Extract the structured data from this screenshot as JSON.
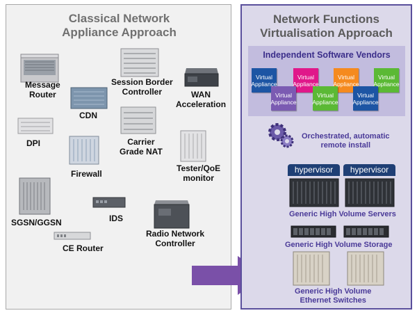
{
  "left": {
    "title": [
      "Classical Network",
      "Appliance Approach"
    ],
    "devices": {
      "message_router": [
        "Message",
        "Router"
      ],
      "cdn": "CDN",
      "sbc": [
        "Session Border",
        "Controller"
      ],
      "wan": [
        "WAN",
        "Acceleration"
      ],
      "dpi": "DPI",
      "cgnat": [
        "Carrier",
        "Grade NAT"
      ],
      "firewall": "Firewall",
      "tester": [
        "Tester/QoE",
        "monitor"
      ],
      "sgsn": "SGSN/GGSN",
      "ids": "IDS",
      "ce_router": "CE Router",
      "rnc": [
        "Radio Network",
        "Controller"
      ]
    }
  },
  "right": {
    "title": [
      "Network Functions",
      "Virtualisation Approach"
    ],
    "isv_title": "Independent Software Vendors",
    "virtual_appliances": [
      {
        "label": [
          "Virtual",
          "Appliance"
        ],
        "color": "#1d55a4"
      },
      {
        "label": [
          "Virtual",
          "Appliance"
        ],
        "color": "#e0188a"
      },
      {
        "label": [
          "Virtual",
          "Appliance"
        ],
        "color": "#f58a1f"
      },
      {
        "label": [
          "Virtual",
          "Appliance"
        ],
        "color": "#5bb935"
      },
      {
        "label": [
          "Virtual",
          "Appliance"
        ],
        "color": "#7b5bb2"
      },
      {
        "label": [
          "Virtual",
          "Appliance"
        ],
        "color": "#5bb935"
      },
      {
        "label": [
          "Virtual",
          "Appliance"
        ],
        "color": "#1d55a4"
      }
    ],
    "orchestration": [
      "Orchestrated,  automatic",
      "remote install"
    ],
    "hypervisor_label": "hypervisor",
    "servers_label": "Generic  High  Volume  Servers",
    "storage_label": "Generic  High  Volume  Storage",
    "switches_label": [
      "Generic  High  Volume",
      "Ethernet  Switches"
    ]
  },
  "icons": [
    "gear-icon",
    "arrow-right-icon"
  ],
  "colors": {
    "accent": "#5a4f9c",
    "arrow": "#7a50a8",
    "label_purple": "#4a3a98"
  }
}
